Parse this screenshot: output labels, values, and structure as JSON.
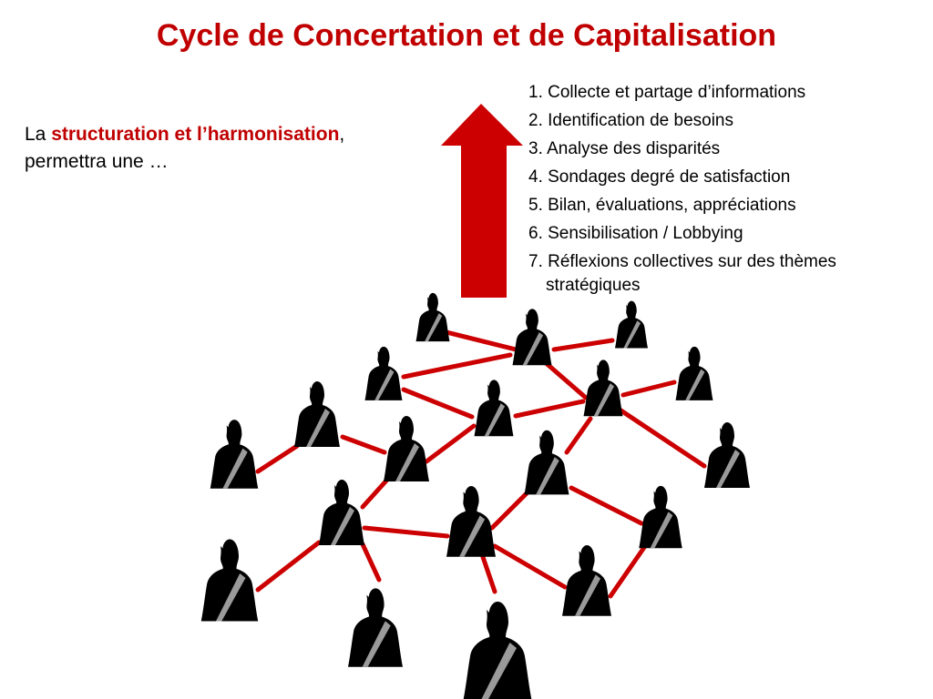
{
  "title": "Cycle de Concertation et de Capitalisation",
  "intro": {
    "prefix": "La ",
    "highlight": "structuration et l’harmonisation",
    "suffix": ",",
    "line2": "permettra une …"
  },
  "steps": [
    {
      "line1": "1. Collecte et partage d’informations"
    },
    {
      "line1": "2. Identification de besoins"
    },
    {
      "line1": "3. Analyse des disparités"
    },
    {
      "line1": "4. Sondages degré de satisfaction"
    },
    {
      "line1": "5. Bilan, évaluations, appréciations"
    },
    {
      "line1": "6. Sensibilisation / Lobbying"
    },
    {
      "line1": "7. Réflexions collectives sur des thèmes",
      "line2": "stratégiques"
    }
  ],
  "colors": {
    "accent": "#c00000",
    "arrow": "#cc0000",
    "link": "#cc0000",
    "person": "#000000",
    "sash": "#9a9a9a"
  },
  "icons": {
    "arrow": "up-arrow-icon",
    "person": "person-icon"
  }
}
